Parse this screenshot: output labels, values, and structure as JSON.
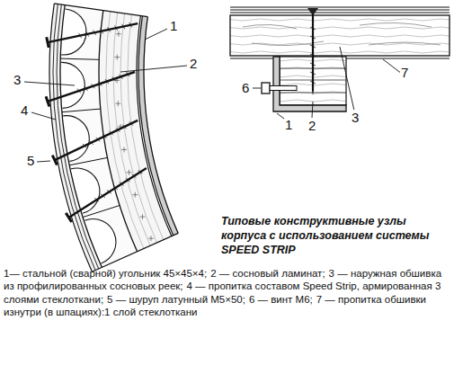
{
  "diagram": {
    "caption": "Типовые конструктивные узлы корпуса с использованием системы SPEED STRIP",
    "labels": [
      "1",
      "2",
      "3",
      "4",
      "5",
      "6",
      "1",
      "2",
      "3",
      "7",
      "1— стальной (сварной) угольник 45×45×4;",
      "2 — сосновый ламинат;",
      "3 — наружная обшивка из профилированных сосновых реек;",
      "4 — пропитка составом Speed Strip, армированная 3 слоями стеклоткани;",
      "5 — шуруп латунный М5×50;",
      "6 — винт М6;",
      "7 — пропитка обшивки изнутри (в шпациях):1 слой стеклоткани"
    ]
  }
}
